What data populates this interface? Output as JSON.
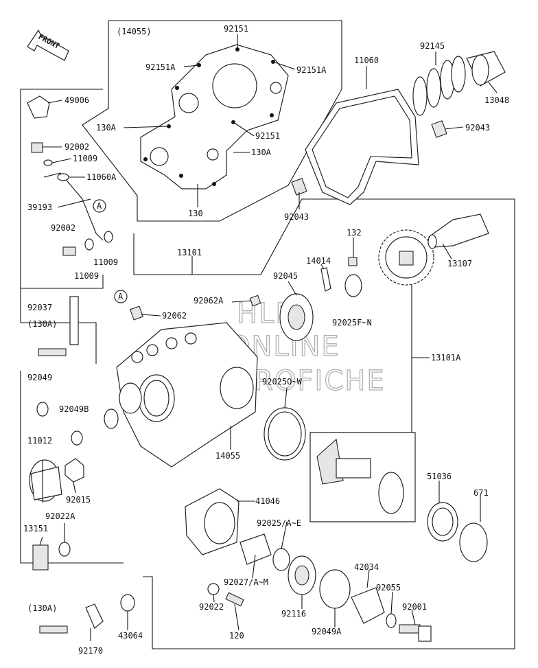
{
  "front_label": "FRONT",
  "watermark": [
    "HLM",
    "ONLINE",
    "MICROFICHE"
  ],
  "labels": {
    "l14055_box": "(14055)",
    "l92151_a": "92151",
    "l92151A_l": "92151A",
    "l92151A_r": "92151A",
    "l130A_1": "130A",
    "l92151_b": "92151",
    "l130A_2": "130A",
    "l130": "130",
    "l11060": "11060",
    "l92145": "92145",
    "l13048": "13048",
    "l92043_a": "92043",
    "l92043_b": "92043",
    "l49006": "49006",
    "l92002_a": "92002",
    "l11009_a": "11009",
    "l11060A": "11060A",
    "l39193": "39193",
    "lA_1": "A",
    "l92002_b": "92002",
    "l11009_b": "11009",
    "l11009_c": "11009",
    "l13101": "13101",
    "l132": "132",
    "l14014": "14014",
    "l92045": "92045",
    "l13107": "13107",
    "lA_2": "A",
    "l92062A": "92062A",
    "l92062": "92062",
    "l92025F": "92025F~N",
    "l92037": "92037",
    "l130A_3": "(130A)",
    "l13101A": "13101A",
    "l92049": "92049",
    "l92025O": "92025O~W",
    "l92049B": "92049B",
    "l11012": "11012",
    "l14055": "14055",
    "l92015": "92015",
    "l51036": "51036",
    "l671": "671",
    "l41046": "41046",
    "l92022A": "92022A",
    "l13151": "13151",
    "l92025AE": "92025/A~E",
    "l42034": "42034",
    "l92027": "92027/A~M",
    "l92055": "92055",
    "l130A_4": "(130A)",
    "l92022": "92022",
    "l92116": "92116",
    "l92001": "92001",
    "l43064": "43064",
    "l120": "120",
    "l92049A": "92049A",
    "l92170": "92170"
  }
}
